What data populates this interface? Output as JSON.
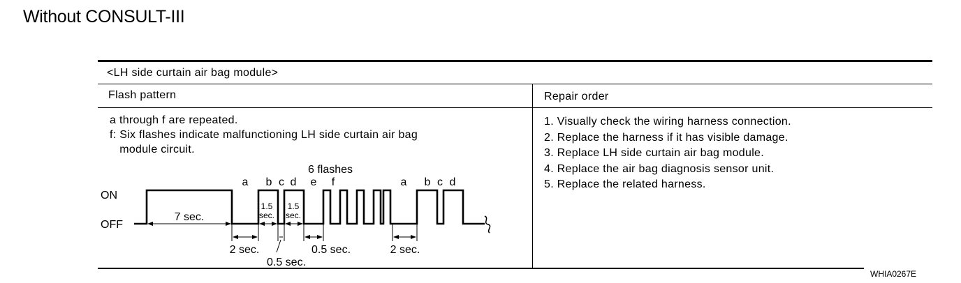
{
  "title": "Without CONSULT-III",
  "figure_id": "WHIA0267E",
  "table": {
    "header": "<LH side curtain air bag module>",
    "col_flash": "Flash pattern",
    "col_repair": "Repair order",
    "notes": [
      "a through f are repeated.",
      "f: Six flashes indicate malfunctioning LH side curtain air bag",
      "   module circuit."
    ],
    "repair_steps": [
      "1. Visually check the wiring harness connection.",
      "2. Replace the harness if it has visible damage.",
      "3. Replace LH side curtain air bag module.",
      "4. Replace the air bag diagnosis sensor unit.",
      "5. Replace the related harness."
    ]
  },
  "diagram": {
    "on_label": "ON",
    "off_label": "OFF",
    "flashes_label": "6 flashes",
    "letters": {
      "a1": "a",
      "b1": "b",
      "c1": "c",
      "d1": "d",
      "e1": "e",
      "f1": "f",
      "a2": "a",
      "b2": "b",
      "c2": "c",
      "d2": "d"
    },
    "seven_sec": "7 sec.",
    "two_sec": "2 sec.",
    "half_sec": "0.5 sec.",
    "box_value": "1.5",
    "box_unit": "sec.",
    "two_sec_repeat": "2 sec.",
    "flash_count": 6
  }
}
